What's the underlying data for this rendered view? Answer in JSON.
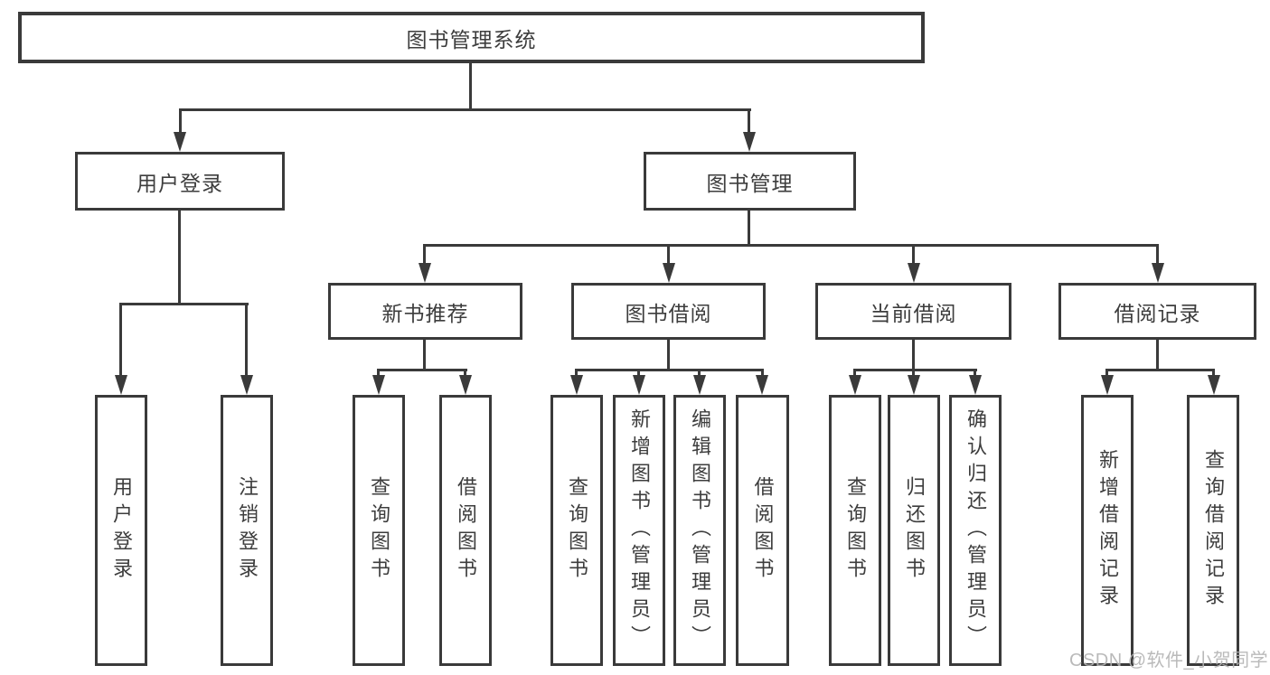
{
  "tree": {
    "root": {
      "label": "图书管理系统",
      "children": [
        {
          "label": "用户登录",
          "children": [
            {
              "label": "用户登录"
            },
            {
              "label": "注销登录"
            }
          ]
        },
        {
          "label": "图书管理",
          "children": [
            {
              "label": "新书推荐",
              "children": [
                {
                  "label": "查询图书"
                },
                {
                  "label": "借阅图书"
                }
              ]
            },
            {
              "label": "图书借阅",
              "children": [
                {
                  "label": "查询图书"
                },
                {
                  "label": "新增图书（管理员）"
                },
                {
                  "label": "编辑图书（管理员）"
                },
                {
                  "label": "借阅图书"
                }
              ]
            },
            {
              "label": "当前借阅",
              "children": [
                {
                  "label": "查询图书"
                },
                {
                  "label": "归还图书"
                },
                {
                  "label": "确认归还（管理员）"
                }
              ]
            },
            {
              "label": "借阅记录",
              "children": [
                {
                  "label": "新增借阅记录"
                },
                {
                  "label": "查询借阅记录"
                }
              ]
            }
          ]
        }
      ]
    }
  },
  "watermark": {
    "text": "CSDN @软件_小贺同学"
  },
  "colors": {
    "line": "#3a3a3a",
    "text": "#3d3d3d",
    "background": "#ffffff",
    "watermark": "#b2b2b2"
  }
}
